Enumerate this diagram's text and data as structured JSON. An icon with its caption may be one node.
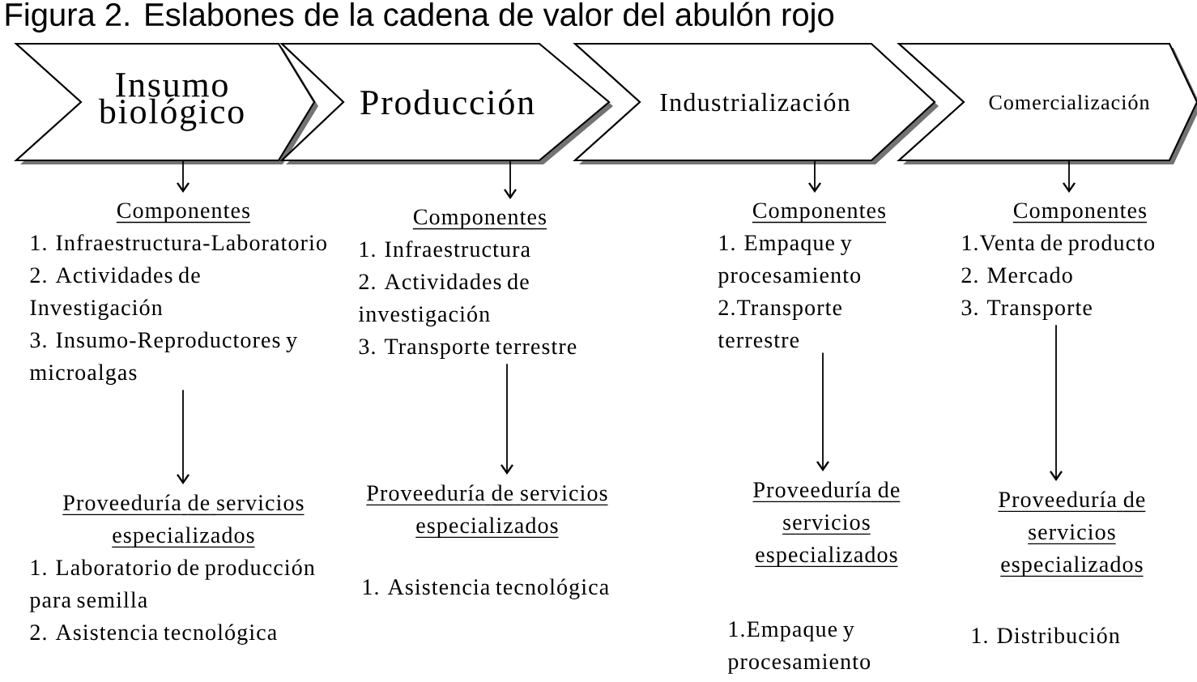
{
  "diagram": {
    "title": "Figura 2. Eslabones de la cadena de valor del abulón rojo",
    "nodes": [
      {
        "text": [
          "Insumo biológico"
        ]
      },
      {
        "text": [
          "Producción"
        ]
      },
      {
        "text": [
          "Industrialización"
        ]
      },
      {
        "text": [
          "Comercialización"
        ]
      },
      {
        "text": [
          "Componentes",
          "1. Infraestructura-Laboratorio",
          "2. Actividades de Investigación",
          "3. Insumo-Reproductores y microalgas"
        ]
      },
      {
        "text": [
          "Componentes",
          "1. Infraestructura",
          "2. Actividades de investigación",
          "3. Transporte terrestre"
        ]
      },
      {
        "text": [
          "Componentes",
          "1. Empaque y procesamiento",
          "2.Transporte terrestre"
        ]
      },
      {
        "text": [
          "Componentes",
          "1.Venta de producto",
          "2. Mercado",
          "3. Transporte"
        ]
      },
      {
        "text": [
          "Proveeduría de servicios especializados",
          "1. Laboratorio de producción para semilla",
          "2. Asistencia tecnológica"
        ]
      },
      {
        "text": [
          "Proveeduría de servicios especializados",
          "1. Asistencia tecnológica"
        ]
      },
      {
        "text": [
          "Proveeduría de servicios especializados",
          "1.Empaque y procesamiento"
        ]
      },
      {
        "text": [
          "Proveeduría de servicios especializados",
          "1. Distribución"
        ]
      }
    ],
    "edges": [
      {
        "from": 0,
        "to": 4,
        "arrow": "to"
      },
      {
        "from": 1,
        "to": 5,
        "arrow": "to"
      },
      {
        "from": 2,
        "to": 6,
        "arrow": "to"
      },
      {
        "from": 3,
        "to": 7,
        "arrow": "to"
      },
      {
        "from": 4,
        "to": 8,
        "arrow": "to"
      },
      {
        "from": 5,
        "to": 9,
        "arrow": "to"
      },
      {
        "from": 6,
        "to": 10,
        "arrow": "to"
      },
      {
        "from": 7,
        "to": 11,
        "arrow": "to"
      }
    ]
  }
}
